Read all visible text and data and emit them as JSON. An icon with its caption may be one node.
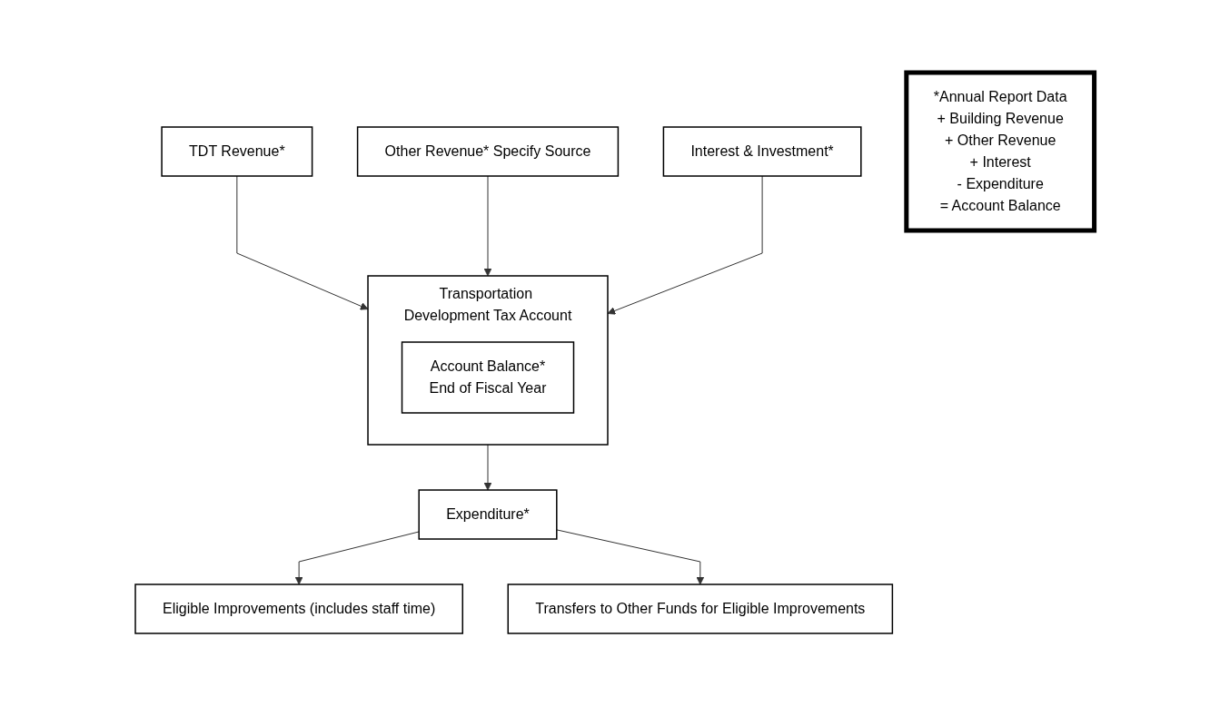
{
  "diagram": {
    "nodes": [
      {
        "text": [
          "TDT Revenue*"
        ]
      },
      {
        "text": [
          "Other Revenue* Specify Source"
        ]
      },
      {
        "text": [
          "Interest & Investment*"
        ]
      },
      {
        "text": [
          "Transportation Development Tax Account"
        ]
      },
      {
        "text": [
          "Account Balance*",
          "End of Fiscal Year"
        ],
        "in": 3
      },
      {
        "text": [
          "Expenditure*"
        ]
      },
      {
        "text": [
          "Eligible Improvements (includes staff time)"
        ]
      },
      {
        "text": [
          "Transfers to Other Funds for Eligible Improvements"
        ]
      },
      {
        "text": [
          "*Annual Report Data",
          "+ Building Revenue",
          "+ Other Revenue",
          "+ Interest",
          "- Expenditure",
          "= Account Balance"
        ]
      }
    ],
    "edges": [
      {
        "from": 0,
        "to": 3,
        "arrow": "to"
      },
      {
        "from": 1,
        "to": 3,
        "arrow": "to"
      },
      {
        "from": 2,
        "to": 3,
        "arrow": "to"
      },
      {
        "from": 3,
        "to": 5,
        "arrow": "to"
      },
      {
        "from": 5,
        "to": 6,
        "arrow": "to"
      },
      {
        "from": 5,
        "to": 7,
        "arrow": "to"
      }
    ]
  }
}
